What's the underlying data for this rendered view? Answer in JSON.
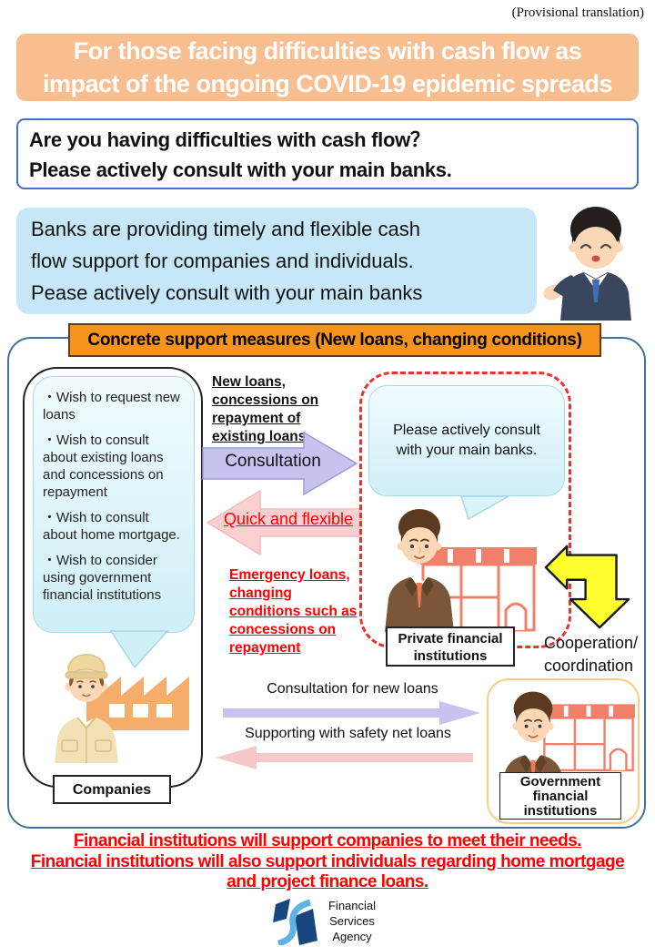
{
  "meta": {
    "provisional": "(Provisional translation)"
  },
  "banner": {
    "text": "For those facing difficulties with cash flow as\nimpact of the ongoing COVID-19 epidemic spreads"
  },
  "question_box": {
    "text": "Are you having difficulties with cash flow？\nPlease actively consult with your main banks."
  },
  "info_box": {
    "text": "Banks are providing timely and flexible cash\nflow support for companies and individuals.\nPease actively consult with your main banks"
  },
  "section": {
    "title": "Concrete support measures (New loans, changing conditions)",
    "companies_bubble": {
      "items": [
        "・Wish to request new loans",
        "・Wish to consult about existing loans and concessions on repayment",
        "・Wish to consult about home mortgage.",
        "・Wish to consider using government financial institutions"
      ]
    },
    "companies_label": "Companies",
    "top_arrow_label": "New loans, concessions on repayment of existing loans",
    "consultation_label": "Consultation",
    "quick_label": "Quick and flexible",
    "emergency_label": "Emergency loans, changing conditions such as concessions on repayment",
    "private_bubble": "Please actively consult with your main banks.",
    "private_label": "Private financial institutions",
    "cooperation_label": "Cooperation/\ncoordination",
    "new_loans_arrow_label": "Consultation for new loans",
    "safety_net_arrow_label": "Supporting with safety net loans",
    "government_label": "Government financial institutions"
  },
  "footer": {
    "message": "Financial institutions will support companies to meet their needs.\nFinancial institutions will also support individuals regarding home mortgage\nand project finance loans.",
    "agency": "Financial\nServices\nAgency"
  },
  "colors": {
    "banner_peach": "#F9BE8F",
    "header_orange": "#F7941E",
    "info_blue": "#C6E7F7",
    "bubble_cyan": "#DCF4F9",
    "container_border_blue": "#41719C",
    "question_border_blue": "#4472C4",
    "dashed_red": "#E8312B",
    "government_border_orange": "#FFCB7E",
    "arrow_purple": "#C6C4EE",
    "arrow_pink": "#F9D0CF",
    "arrow_yellow": "#FFFF2E",
    "alert_red": "#FF0000",
    "factory_orange": "#F5AD6C",
    "bank_salmon": "#F0806A",
    "logo_navy": "#17477E",
    "logo_lightblue": "#5FB3E4"
  },
  "icons": [
    "businessman-illustration",
    "worker-illustration",
    "factory-icon",
    "banker-illustration",
    "bank-icon",
    "speech-bubble",
    "consultation-arrow-right",
    "quick-arrow-left",
    "cooperation-bent-arrow",
    "new-loans-arrow-right",
    "safety-net-arrow-left",
    "fsa-logo"
  ]
}
